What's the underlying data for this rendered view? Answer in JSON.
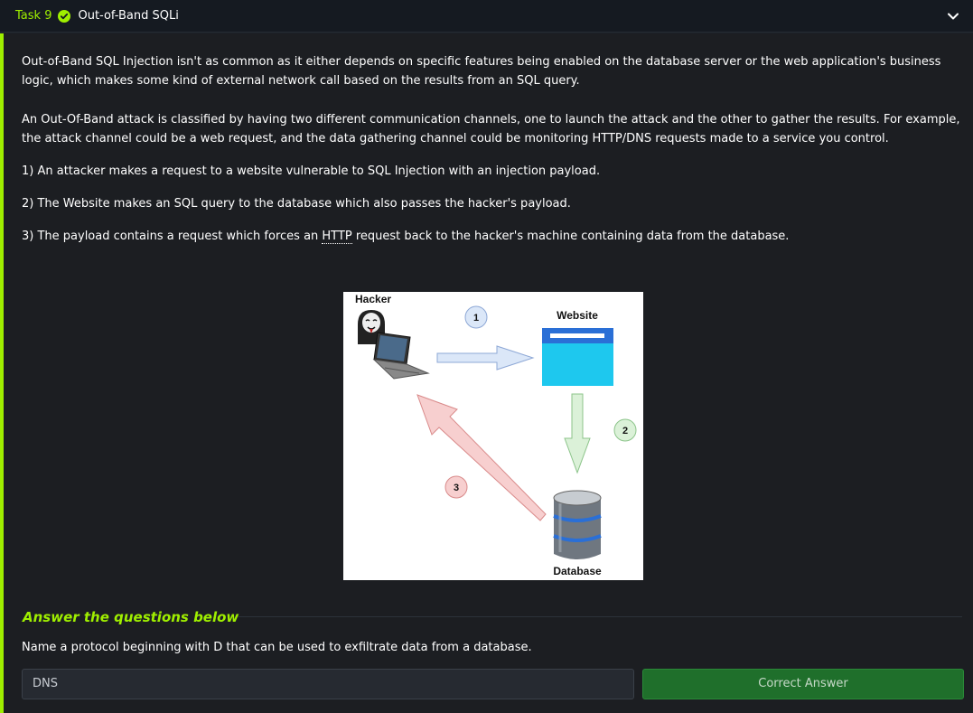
{
  "task": {
    "number": "Task 9",
    "title": "Out-of-Band SQLi",
    "accent": "#9fef00"
  },
  "content": {
    "p1": "Out-of-Band SQL Injection isn't as common as it either depends on specific features being enabled on the database server or the web application's business logic, which makes some kind of external network call based on the results from an SQL query.",
    "p2": "An Out-Of-Band attack is classified by having two different communication channels, one to launch the attack and the other to gather the results. For example, the attack channel could be a web request, and the data gathering channel could be monitoring HTTP/DNS requests made to a service you control.",
    "step1": "1) An attacker makes a request to a website vulnerable to SQL Injection with an injection payload.",
    "step2": "2) The Website makes an SQL query to the database which also passes the hacker's payload.",
    "step3_pre": "3) The payload contains a request which forces an ",
    "step3_abbr": "HTTP",
    "step3_post": " request back to the hacker's machine containing data from the database."
  },
  "diagram": {
    "hacker_label": "Hacker",
    "website_label": "Website",
    "database_label": "Database",
    "step1": "1",
    "step2": "2",
    "step3": "3"
  },
  "answers": {
    "heading": "Answer the questions below",
    "question": "Name a protocol beginning with D that can be used to exfiltrate data from a database.",
    "value": "DNS",
    "button": "Correct Answer"
  }
}
